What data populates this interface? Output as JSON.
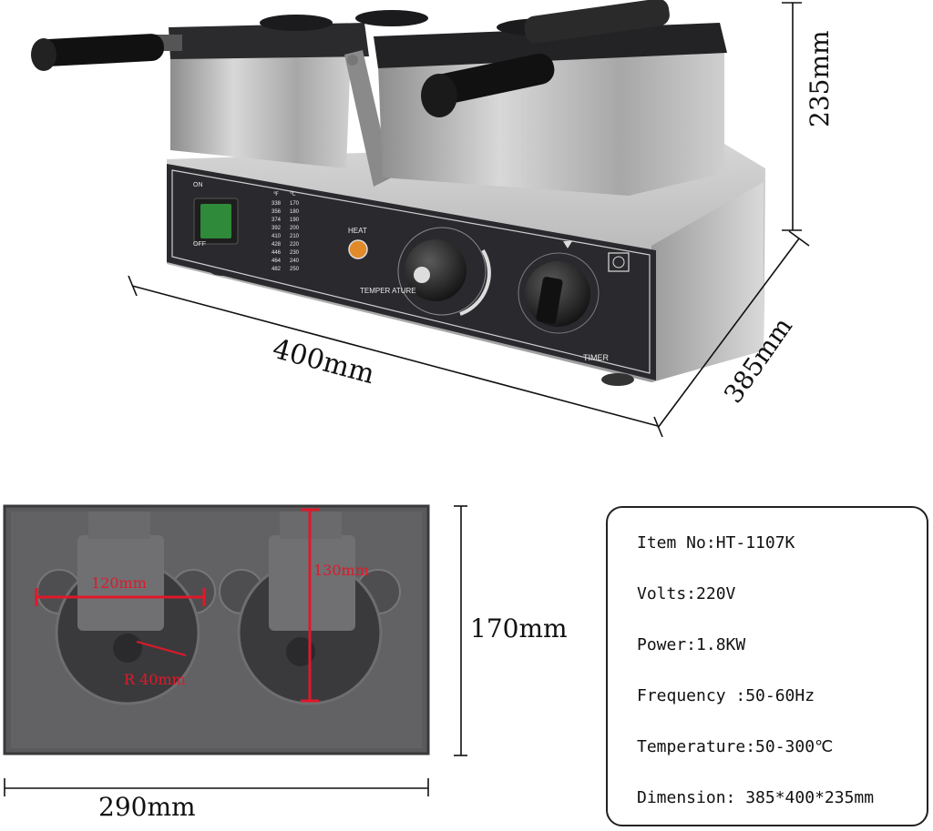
{
  "dimensions": {
    "height": "235mm",
    "width": "400mm",
    "depth": "385mm",
    "plate_height": "170mm",
    "plate_width": "290mm",
    "mold_width": "120mm",
    "mold_height": "130mm",
    "ear_radius": "R 40mm"
  },
  "control_panel": {
    "on": "ON",
    "off": "OFF",
    "heat": "HEAT",
    "temperature": "TEMPER ATURE",
    "timer": "TIMER",
    "temp_headers": [
      "℉",
      "℃"
    ],
    "temp_table": [
      [
        "338",
        "170"
      ],
      [
        "356",
        "180"
      ],
      [
        "374",
        "190"
      ],
      [
        "392",
        "200"
      ],
      [
        "410",
        "210"
      ],
      [
        "428",
        "220"
      ],
      [
        "446",
        "230"
      ],
      [
        "464",
        "240"
      ],
      [
        "482",
        "250"
      ]
    ]
  },
  "specs": {
    "item_no": "Item No:HT-1107K",
    "volts": "Volts:220V",
    "power": "Power:1.8KW",
    "frequency": "Frequency :50-60Hz",
    "temperature": "Temperature:50-300℃",
    "dimension": "Dimension: 385*400*235mm"
  },
  "colors": {
    "steel": "#b9b9b9",
    "panel": "#2a2a2e",
    "plate": "#5a5a5c",
    "measure_red": "#e0182a",
    "switch_green": "#2f8a3a",
    "heat_orange": "#e08a2a"
  }
}
